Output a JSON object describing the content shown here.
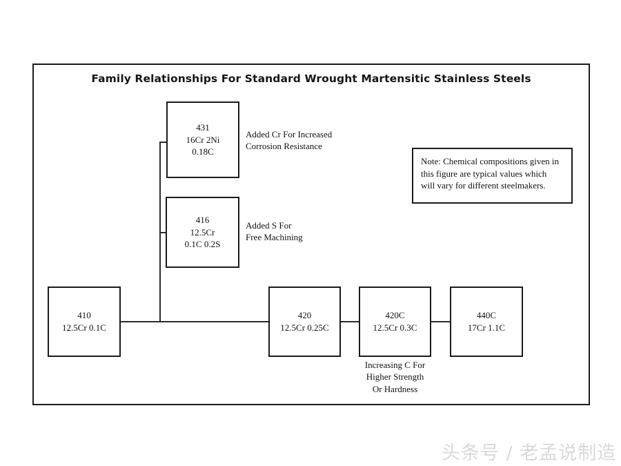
{
  "diagram": {
    "title": "Family Relationships For Standard Wrought Martensitic Stainless Steels",
    "frame_color": "#1a1a1a",
    "background_color": "#ffffff",
    "nodes": [
      {
        "id": "410",
        "grade": "410",
        "composition": "12.5Cr 0.1C",
        "line3": ""
      },
      {
        "id": "431",
        "grade": "431",
        "composition": "16Cr 2Ni",
        "line3": "0.18C"
      },
      {
        "id": "416",
        "grade": "416",
        "composition": "12.5Cr",
        "line3": "0.1C 0.2S"
      },
      {
        "id": "420",
        "grade": "420",
        "composition": "12.5Cr 0.25C",
        "line3": ""
      },
      {
        "id": "420C",
        "grade": "420C",
        "composition": "12.5Cr 0.3C",
        "line3": ""
      },
      {
        "id": "440C",
        "grade": "440C",
        "composition": "17Cr 1.1C",
        "line3": ""
      }
    ],
    "annotations": {
      "branch_431": {
        "line1": "Added Cr For Increased",
        "line2": "Corrosion Resistance"
      },
      "branch_416": {
        "line1": "Added S For",
        "line2": "Free Machining"
      },
      "carbon_series": {
        "line1": "Increasing C For",
        "line2": "Higher Strength",
        "line3": "Or Hardness"
      }
    },
    "note": {
      "line1": "Note: Chemical compositions given in",
      "line2": "this figure are typical values which",
      "line3": "will vary for different steelmakers."
    }
  },
  "watermark": {
    "text": "头条号 / 老孟说制造",
    "color": "#d9d9d9"
  }
}
